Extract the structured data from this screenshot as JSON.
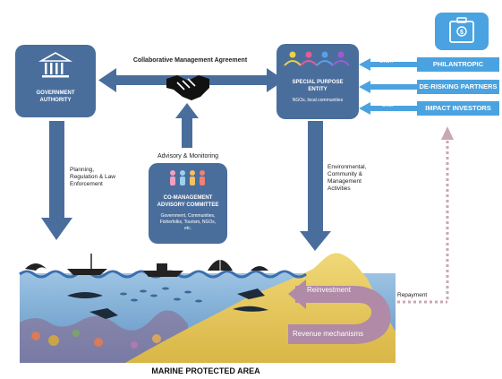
{
  "government": {
    "title_line1": "GOVERNMENT",
    "title_line2": "AUTHORITY",
    "icon": "government-building-icon"
  },
  "spe": {
    "title_line1": "SPECIAL PURPOSE",
    "title_line2": "ENTITY",
    "subtitle": "NGOs, local communities",
    "icon": "community-people-icon"
  },
  "agreement": {
    "label": "Collaborative Management Agreement",
    "icon": "handshake-icon"
  },
  "advisory": {
    "label": "Advisory & Monitoring",
    "title_line1": "CO-MANAGEMENT",
    "title_line2": "ADVISORY COMMITTEE",
    "members_line1": "Government, Communities,",
    "members_line2": "Fisherfolks, Tourism, NGOs,",
    "members_line3": "etc.",
    "icon": "people-group-icon"
  },
  "left_flow": {
    "line1": "Planning,",
    "line2": "Regulation & Law",
    "line3": "Enforcement"
  },
  "right_flow": {
    "line1": "Environmental,",
    "line2": "Community &",
    "line3": "Management",
    "line4": "Activities"
  },
  "funders": [
    {
      "label": "PHILANTROPIC",
      "arrow_label": "Grant"
    },
    {
      "label": "DE-RISKING PARTNERS",
      "arrow_label": ""
    },
    {
      "label": "IMPACT INVESTORS",
      "arrow_label": "Debt"
    }
  ],
  "wallet": {
    "icon": "briefcase-money-icon"
  },
  "cycle": {
    "reinvestment": "Reinvestment",
    "revenue": "Revenue mechanisms",
    "repayment": "Repayment"
  },
  "mpa": {
    "title": "MARINE PROTECTED AREA"
  },
  "colors": {
    "box_blue": "#4a6e9c",
    "arrow_blue": "#4a6e9c",
    "pill_blue": "#4aa3e0",
    "cycle_mauve": "#b08aa6",
    "sand": "#e9c95a",
    "sea": "#7fb0d8",
    "repayment_dotted": "#c9a7b7"
  }
}
